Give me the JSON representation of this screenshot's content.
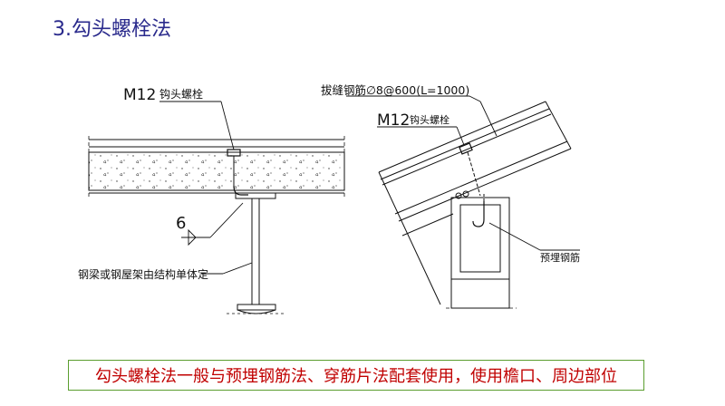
{
  "title": "3.勾头螺栓法",
  "left_detail": {
    "bolt_size": "M12",
    "bolt_name": "钩头螺栓",
    "weld_size": "6",
    "beam_note": "钢梁或钢屋架由结构单体定"
  },
  "right_detail": {
    "rebar_label": "拔缝钢筋∅8@600(L=1000)",
    "bolt_size": "M12",
    "bolt_name": "钩头螺栓",
    "embed_label": "预埋钢筋"
  },
  "note": "勾头螺栓法一般与预埋钢筋法、穿筋片法配套使用，使用檐口、周边部位",
  "colors": {
    "title": "#2a2a8c",
    "note_text": "#c00000",
    "note_border": "#5b9e2f"
  }
}
